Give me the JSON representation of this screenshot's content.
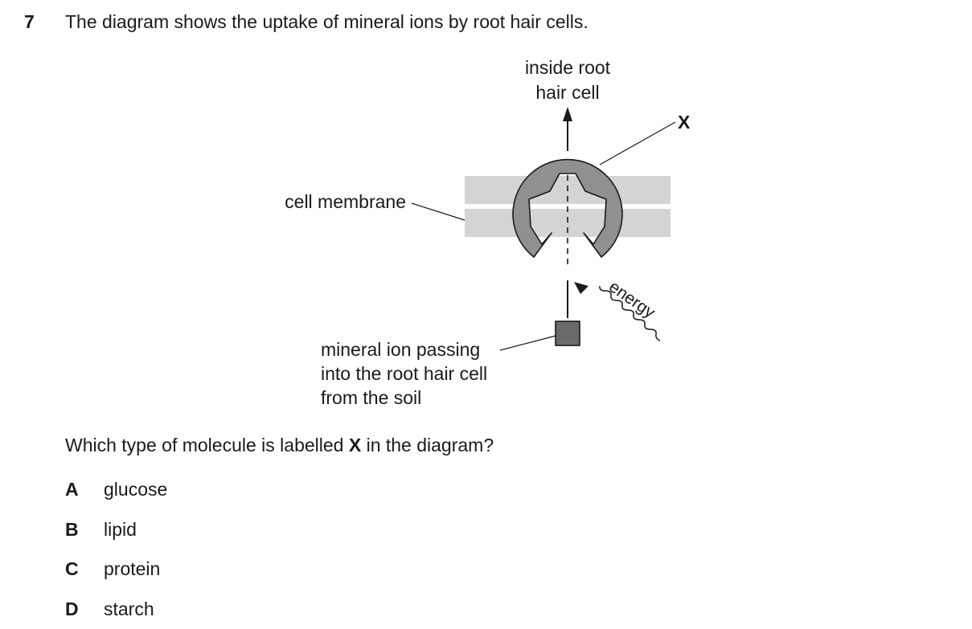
{
  "question": {
    "number": "7",
    "stem": "The diagram shows the uptake of mineral ions by root hair cells.",
    "prompt_before": "Which type of molecule is labelled ",
    "prompt_bold": "X",
    "prompt_after": " in the diagram?"
  },
  "diagram": {
    "label_inside_line1": "inside root",
    "label_inside_line2": "hair cell",
    "label_x": "X",
    "label_membrane": "cell membrane",
    "label_energy": "energy",
    "label_ion_line1": "mineral ion passing",
    "label_ion_line2": "into the root hair cell",
    "label_ion_line3": "from the soil"
  },
  "options": [
    {
      "letter": "A",
      "text": "glucose"
    },
    {
      "letter": "B",
      "text": "lipid"
    },
    {
      "letter": "C",
      "text": "protein"
    },
    {
      "letter": "D",
      "text": "starch"
    }
  ]
}
